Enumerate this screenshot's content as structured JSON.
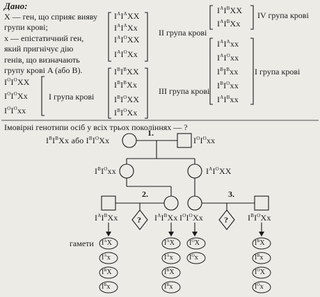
{
  "given": {
    "title": "Дано:",
    "lines": [
      "X — ген, що сприяє вияву",
      "групи крові;",
      "x — епістатичний ген,",
      "який пригнічує дію",
      "генів, що визначають",
      "групу крові A (або B)."
    ]
  },
  "groups": {
    "g1_label": "I група крові",
    "g2_label": "II група крові",
    "g3_label": "III група крові",
    "g4_label": "IV група крові",
    "g1b_label": "I група крові"
  },
  "pedigree": {
    "heading": "Імовірні генотипи осіб у всіх трьох поколіннях — ?",
    "gen1": "1.",
    "gen2": "2.",
    "gen3": "3.",
    "or_text": "або",
    "unknown": "?",
    "gametes_label": "гамети"
  }
}
